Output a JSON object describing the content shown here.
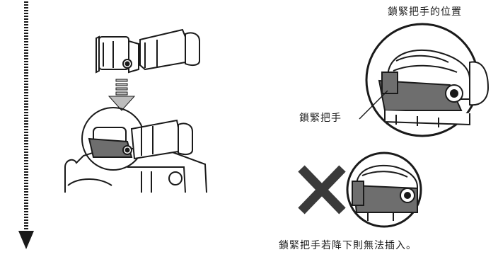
{
  "labels": {
    "lock_lever_position": "鎖緊把手的位置",
    "lock_lever": "鎖緊把手",
    "warning": "鎖緊把手若降下則無法插入。"
  },
  "icons": {
    "flow_arrow": "down-arrow-icon",
    "insert_arrow": "down-arrow-icon",
    "prohibited": "x-mark-icon"
  },
  "colors": {
    "line": "#1a1a1a",
    "lever_dark": "#6e6e6e",
    "arrow_gray": "#bdbdbd",
    "x_mark": "#3a3a3a"
  }
}
